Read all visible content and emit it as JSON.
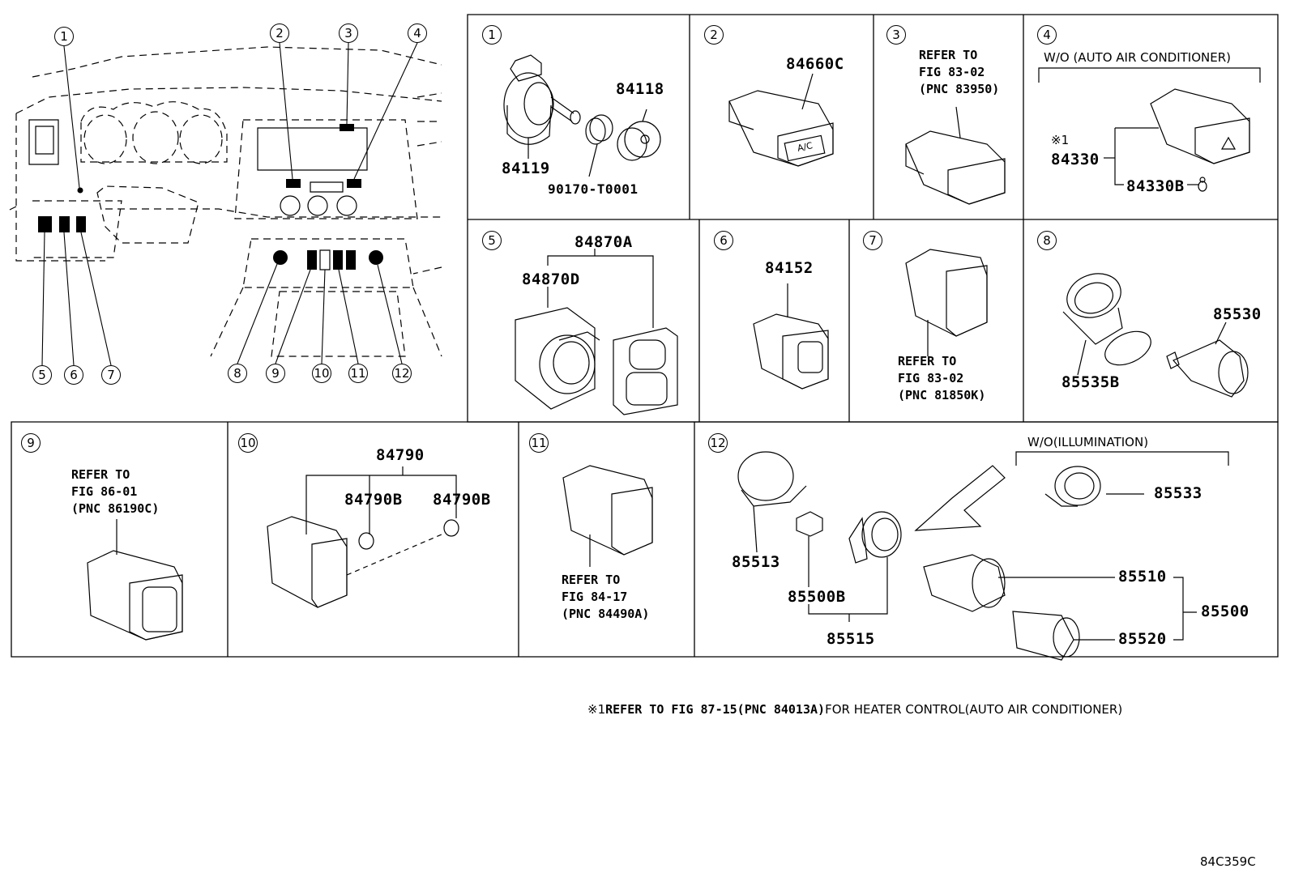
{
  "overview": {
    "callouts": [
      "1",
      "2",
      "3",
      "4",
      "5",
      "6",
      "7",
      "8",
      "9",
      "10",
      "11",
      "12"
    ]
  },
  "panels": [
    {
      "num": "1",
      "parts": [
        "84118",
        "84119",
        "90170-T0001"
      ]
    },
    {
      "num": "2",
      "parts": [
        "84660C"
      ],
      "switch_text": "A/C"
    },
    {
      "num": "3",
      "ref": "REFER TO\nFIG 83-02\n(PNC 83950)"
    },
    {
      "num": "4",
      "caption": "W/O (AUTO AIR CONDITIONER)",
      "note_mark": "※1",
      "parts": [
        "84330",
        "84330B"
      ]
    },
    {
      "num": "5",
      "parts": [
        "84870A",
        "84870D"
      ]
    },
    {
      "num": "6",
      "parts": [
        "84152"
      ]
    },
    {
      "num": "7",
      "ref": "REFER TO\nFIG 83-02\n(PNC 81850K)"
    },
    {
      "num": "8",
      "parts": [
        "85530",
        "85535B"
      ]
    },
    {
      "num": "9",
      "ref": "REFER TO\nFIG 86-01\n(PNC 86190C)"
    },
    {
      "num": "10",
      "parts": [
        "84790",
        "84790B",
        "84790B"
      ]
    },
    {
      "num": "11",
      "ref": "REFER TO\nFIG 84-17\n(PNC 84490A)"
    },
    {
      "num": "12",
      "caption": "W/O(ILLUMINATION)",
      "parts": [
        "85513",
        "85500B",
        "85515",
        "85533",
        "85510",
        "85500",
        "85520"
      ]
    }
  ],
  "footnote": {
    "mark": "※1",
    "ref": "REFER TO FIG 87-15(PNC 84013A)",
    "text": "FOR HEATER CONTROL(AUTO AIR CONDITIONER)"
  },
  "diagram_code": "84C359C"
}
